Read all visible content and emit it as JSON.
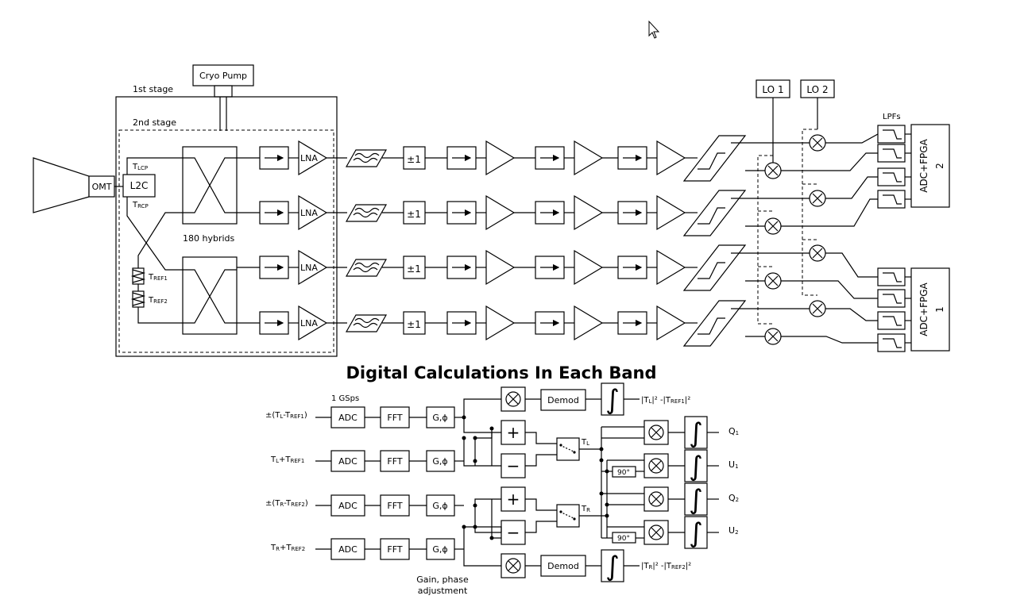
{
  "diagram": {
    "cryo_pump": "Cryo Pump",
    "stage1": "1st stage",
    "stage2": "2nd stage",
    "omt": "OMT",
    "l2c": "L2C",
    "t_lcp": "T",
    "t_lcp_sub": "LCP",
    "t_rcp": "T",
    "t_rcp_sub": "RCP",
    "t_ref1": "T",
    "t_ref1_sub": "REF1",
    "t_ref2": "T",
    "t_ref2_sub": "REF2",
    "hybrids": "180 hybrids",
    "lna": "LNA",
    "pm1": "±1",
    "lo1": "LO 1",
    "lo2": "LO 2",
    "lpfs": "LPFs",
    "adc_fpga_2a": "ADC+FPGA",
    "adc_fpga_2b": "2",
    "adc_fpga_1a": "ADC+FPGA",
    "adc_fpga_1b": "1"
  },
  "digital": {
    "title": "Digital Calculations In Each Band",
    "gsps": "1 GSps",
    "adc": "ADC",
    "fft": "FFT",
    "g_phi": "G,ϕ",
    "demod": "Demod",
    "deg90": "90°",
    "tl": "T",
    "tl_sub": "L",
    "tr": "T",
    "tr_sub": "R",
    "in1": "±(T",
    "in1_sub_l": "L",
    "in1_mid": "-T",
    "in1_sub_r": "REF1",
    "in1_end": ")",
    "in2": "T",
    "in2_sub_l": "L",
    "in2_mid": "+T",
    "in2_sub_r": "REF1",
    "in3": "±(T",
    "in3_sub_l": "R",
    "in3_mid": "-T",
    "in3_sub_r": "REF2",
    "in3_end": ")",
    "in4": "T",
    "in4_sub_l": "R",
    "in4_mid": "+T",
    "in4_sub_r": "REF2",
    "out_top_a": "|T",
    "out_top_sub1": "L",
    "out_top_b": "|² -|T",
    "out_top_sub2": "REF1",
    "out_top_c": "|²",
    "out_bot_a": "|T",
    "out_bot_sub1": "R",
    "out_bot_b": "|² -|T",
    "out_bot_sub2": "REF2",
    "out_bot_c": "|²",
    "q1": "Q",
    "q1_sub": "1",
    "u1": "U",
    "u1_sub": "1",
    "q2": "Q",
    "q2_sub": "2",
    "u2": "U",
    "u2_sub": "2",
    "gain_phase_1": "Gain, phase",
    "gain_phase_2": "adjustment"
  }
}
